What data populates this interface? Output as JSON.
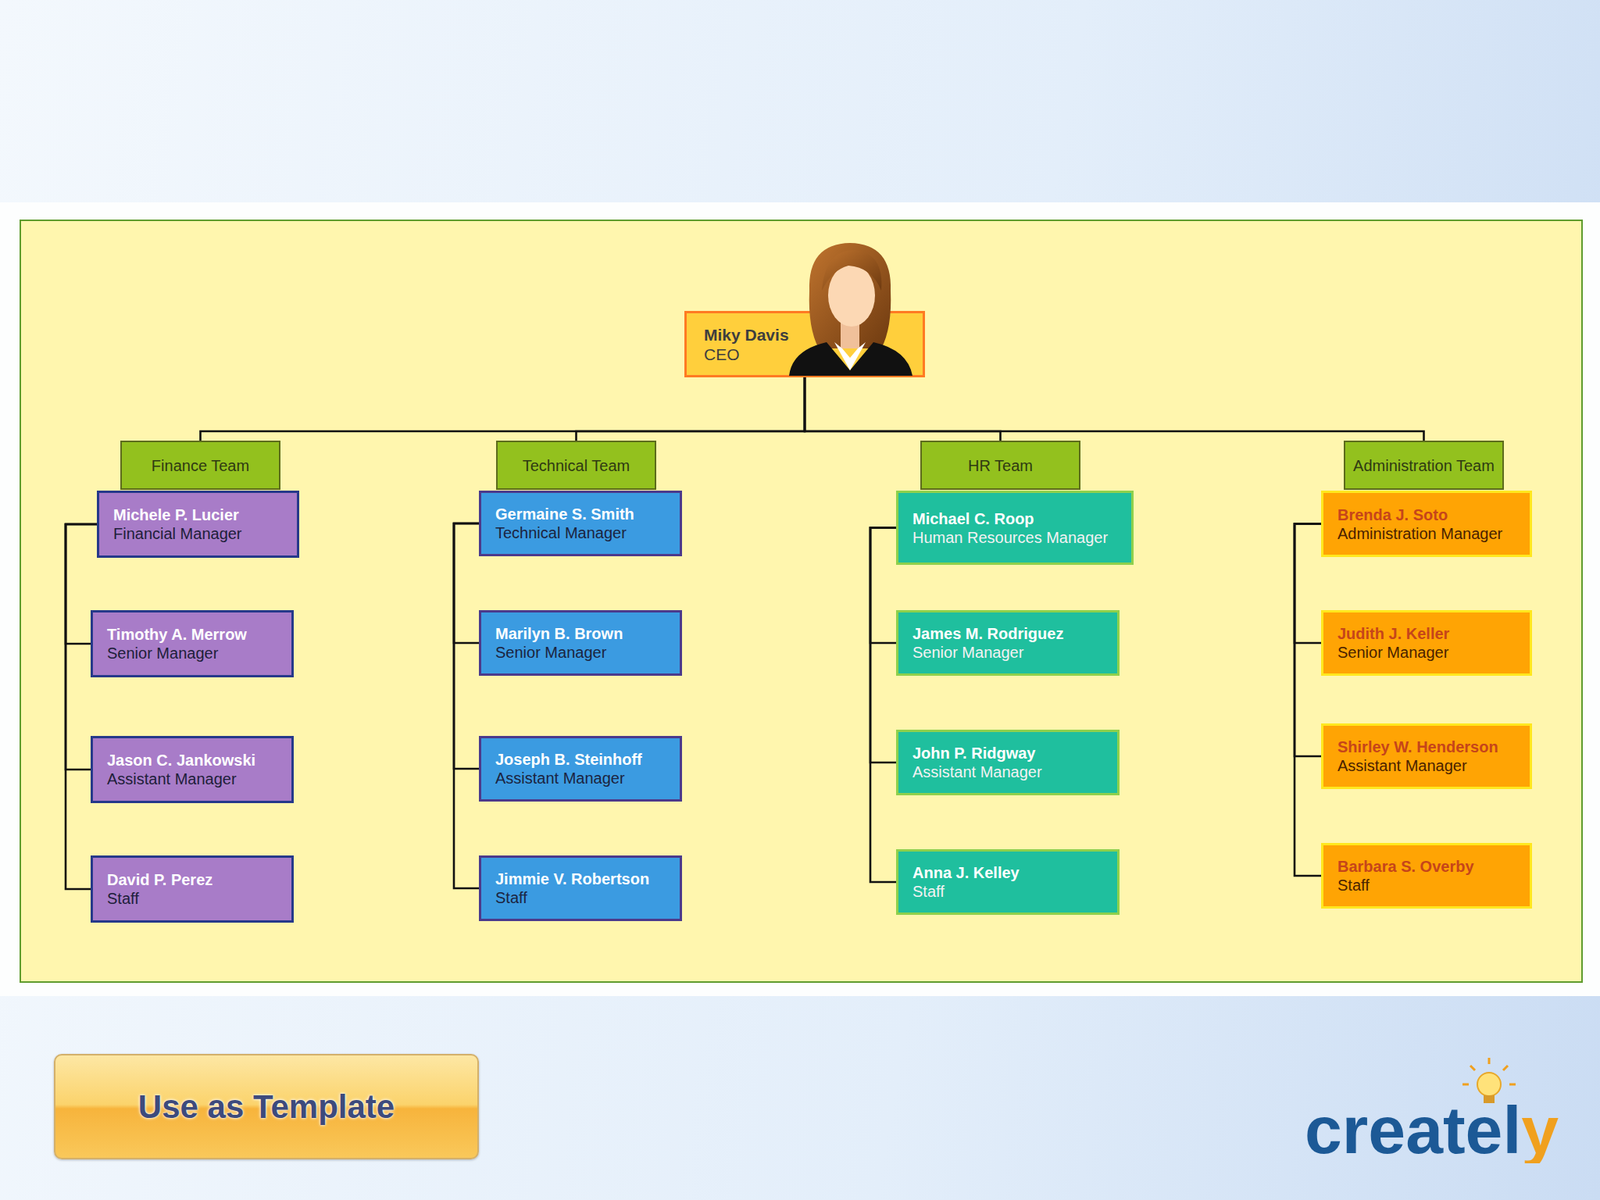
{
  "diagram": {
    "nodes": [
      {
        "text": [
          "Miky Davis",
          "CEO"
        ]
      },
      {
        "text": [
          "Finance Team"
        ]
      },
      {
        "text": [
          "Technical Team"
        ]
      },
      {
        "text": [
          "HR Team"
        ]
      },
      {
        "text": [
          "Administration Team"
        ]
      },
      {
        "text": [
          "Michele P. Lucier",
          "Financial Manager"
        ]
      },
      {
        "text": [
          "Germaine S. Smith",
          "Technical Manager"
        ]
      },
      {
        "text": [
          "Michael C. Roop",
          "Human Resources Manager"
        ]
      },
      {
        "text": [
          "Brenda J. Soto",
          "Administration Manager"
        ]
      },
      {
        "text": [
          "Timothy A. Merrow",
          "Senior Manager"
        ]
      },
      {
        "text": [
          "Marilyn B. Brown",
          "Senior Manager"
        ]
      },
      {
        "text": [
          "James M. Rodriguez",
          "Senior Manager"
        ]
      },
      {
        "text": [
          "Judith J. Keller",
          "Senior Manager"
        ]
      },
      {
        "text": [
          "Jason C. Jankowski",
          "Assistant Manager"
        ]
      },
      {
        "text": [
          "Joseph B. Steinhoff",
          "Assistant Manager"
        ]
      },
      {
        "text": [
          "John P. Ridgway",
          "Assistant Manager"
        ]
      },
      {
        "text": [
          "Shirley W. Henderson",
          "Assistant Manager"
        ]
      },
      {
        "text": [
          "David P. Perez",
          "Staff"
        ]
      },
      {
        "text": [
          "Jimmie V. Robertson",
          "Staff"
        ]
      },
      {
        "text": [
          "Anna J. Kelley",
          "Staff"
        ]
      },
      {
        "text": [
          "Barbara S. Overby",
          "Staff"
        ]
      },
      {
        "text": [
          "Use as Template"
        ]
      }
    ],
    "edges": [
      {
        "from": 0,
        "to": 1,
        "arrow": "none"
      },
      {
        "from": 0,
        "to": 2,
        "arrow": "none"
      },
      {
        "from": 0,
        "to": 3,
        "arrow": "none"
      },
      {
        "from": 0,
        "to": 4,
        "arrow": "none"
      },
      {
        "from": 5,
        "to": 9,
        "arrow": "none"
      },
      {
        "from": 5,
        "to": 13,
        "arrow": "none"
      },
      {
        "from": 5,
        "to": 17,
        "arrow": "none"
      },
      {
        "from": 6,
        "to": 10,
        "arrow": "none"
      },
      {
        "from": 6,
        "to": 14,
        "arrow": "none"
      },
      {
        "from": 6,
        "to": 18,
        "arrow": "none"
      },
      {
        "from": 7,
        "to": 11,
        "arrow": "none"
      },
      {
        "from": 7,
        "to": 15,
        "arrow": "none"
      },
      {
        "from": 7,
        "to": 19,
        "arrow": "none"
      },
      {
        "from": 8,
        "to": 12,
        "arrow": "none"
      },
      {
        "from": 8,
        "to": 16,
        "arrow": "none"
      },
      {
        "from": 8,
        "to": 20,
        "arrow": "none"
      }
    ],
    "labels": [
      "creately"
    ]
  }
}
